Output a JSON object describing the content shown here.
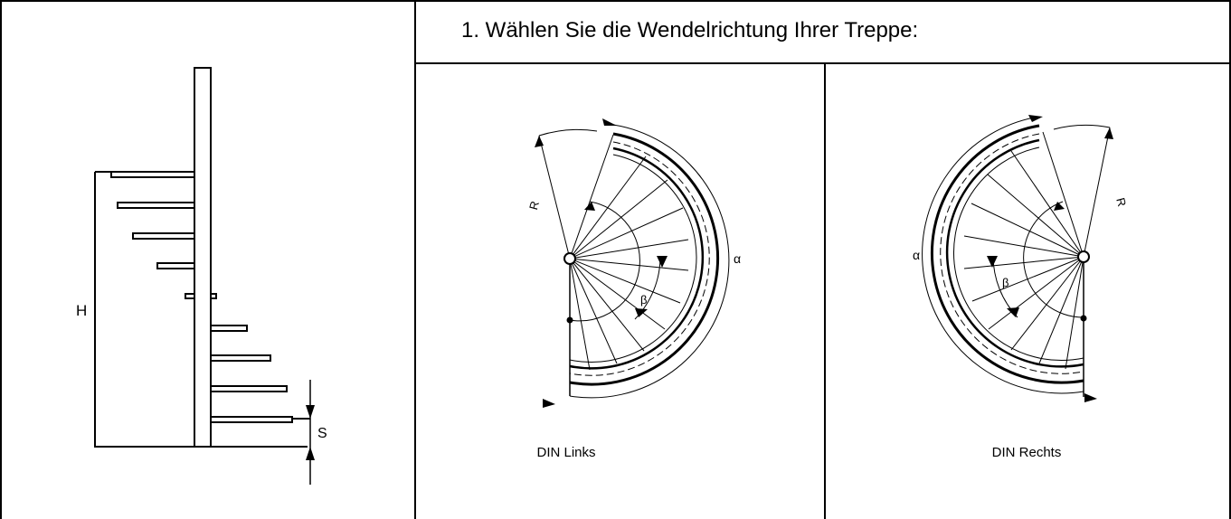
{
  "table": {
    "heading": "1. Wählen Sie die Wendelrichtung Ihrer Treppe:"
  },
  "side_view": {
    "height_label": "H",
    "step_label": "S"
  },
  "left_option": {
    "caption": "DIN Links",
    "radius_label": "R",
    "alpha_label": "α",
    "beta_label": "β"
  },
  "right_option": {
    "caption": "DIN Rechts",
    "radius_label": "R",
    "alpha_label": "α",
    "beta_label": "β"
  }
}
